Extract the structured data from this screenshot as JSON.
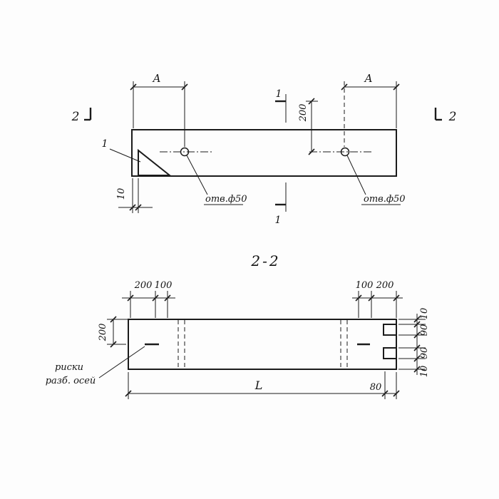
{
  "plan": {
    "dim_a_left": "A",
    "dim_a_right": "A",
    "section2_left_label": "2",
    "section2_right_label": "2",
    "section1_top_label": "1",
    "section1_bottom_label": "1",
    "detail_label": "1",
    "dim_200_vert": "200",
    "dim_10": "10",
    "hole_left_label": "отв.ф50",
    "hole_right_label": "отв.ф50"
  },
  "section": {
    "title": "2-2",
    "dim_left_200": "200",
    "dim_left_100": "100",
    "dim_right_100": "100",
    "dim_right_200": "200",
    "dim_height_200": "200",
    "dim_r_10_top": "10",
    "dim_r_90_top": "90",
    "dim_r_90_bottom": "90",
    "dim_r_10_bottom": "10",
    "dim_length": "L",
    "dim_80": "80",
    "axes_label_line1": "риски",
    "axes_label_line2": "разб. осей"
  }
}
